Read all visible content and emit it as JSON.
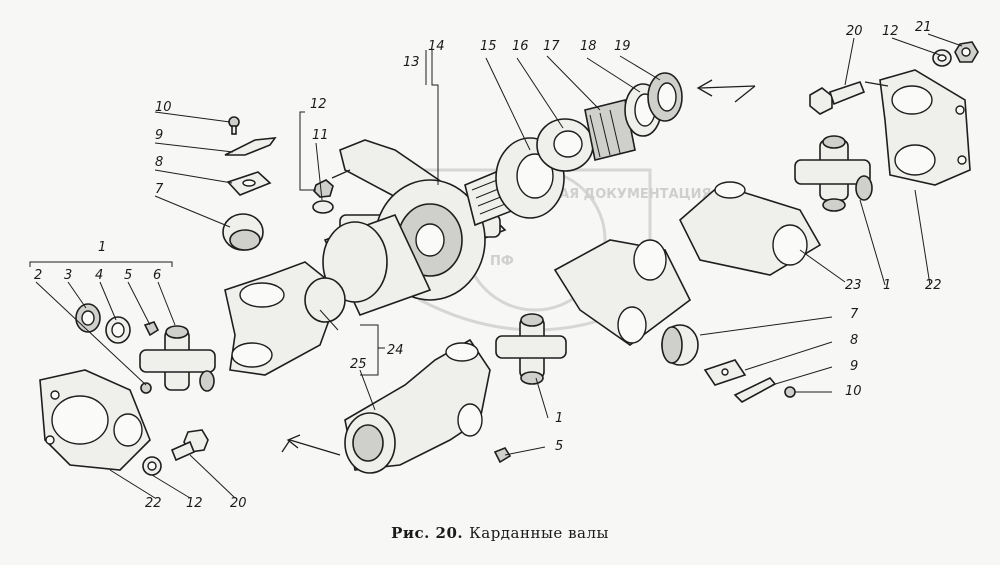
{
  "figure": {
    "caption_prefix": "Рис. 20.",
    "caption_title": "Карданные валы"
  },
  "watermark": {
    "text": "ТЕХНИЧЕСКАЯ ДОКУМЕНТАЦИЯ",
    "logo": "ПФ"
  },
  "callouts": {
    "c1_left": "1",
    "c2": "2",
    "c3": "3",
    "c4": "4",
    "c5_left": "5",
    "c6": "6",
    "c7_left": "7",
    "c8_left": "8",
    "c9_left": "9",
    "c10_left": "10",
    "c11": "11",
    "c12_top": "12",
    "c13": "13",
    "c14": "14",
    "c15": "15",
    "c16": "16",
    "c17": "17",
    "c18": "18",
    "c19": "19",
    "c20_top": "20",
    "c12_right": "12",
    "c21": "21",
    "c1_right": "1",
    "c22_right": "22",
    "c23": "23",
    "c7_right": "7",
    "c8_right": "8",
    "c9_right": "9",
    "c10_right": "10",
    "c24": "24",
    "c25": "25",
    "c1_center": "1",
    "c5_bottom": "5",
    "c22_left": "22",
    "c12_bottom": "12",
    "c20_bottom": "20"
  }
}
